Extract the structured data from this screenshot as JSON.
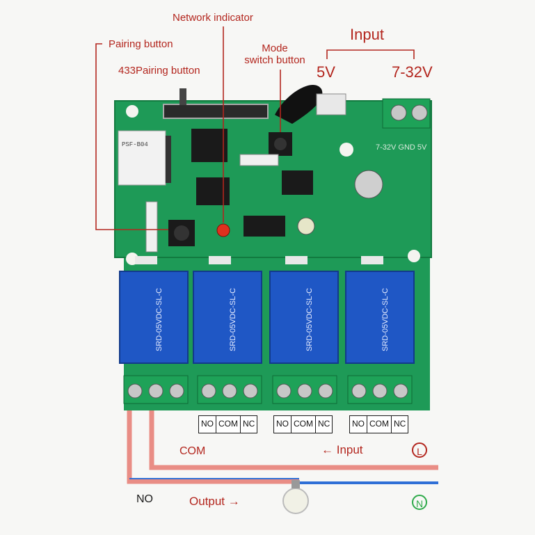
{
  "labels": {
    "network_indicator": "Network indicator",
    "pairing_button": "Pairing button",
    "pairing_433": "433Pairing button",
    "mode_switch_line1": "Mode",
    "mode_switch_line2": "switch button",
    "input_title": "Input",
    "voltage_5v": "5V",
    "voltage_7_32v": "7-32V",
    "com": "COM",
    "input_arrow": "← Input",
    "no": "NO",
    "output_arrow": "Output →",
    "l_symbol": "L",
    "n_symbol": "N"
  },
  "terminal_groups": [
    [
      "NO",
      "COM",
      "NC"
    ],
    [
      "NO",
      "COM",
      "NC"
    ],
    [
      "NO",
      "COM",
      "NC"
    ]
  ],
  "chips": {
    "module_text": "PSF-B04",
    "relay_text": "SRD-05VDC-SL-C",
    "power_text": "7-32V GND 5V"
  },
  "colors": {
    "pcb": "#1e9a57",
    "pcb_dark": "#127a3f",
    "relay": "#1f57c5",
    "label_red": "#b3261e",
    "wire_red": "#d8564d",
    "wire_blue": "#2f6fd6",
    "terminal_green": "#1ea258",
    "n_green": "#2eaa4a"
  }
}
